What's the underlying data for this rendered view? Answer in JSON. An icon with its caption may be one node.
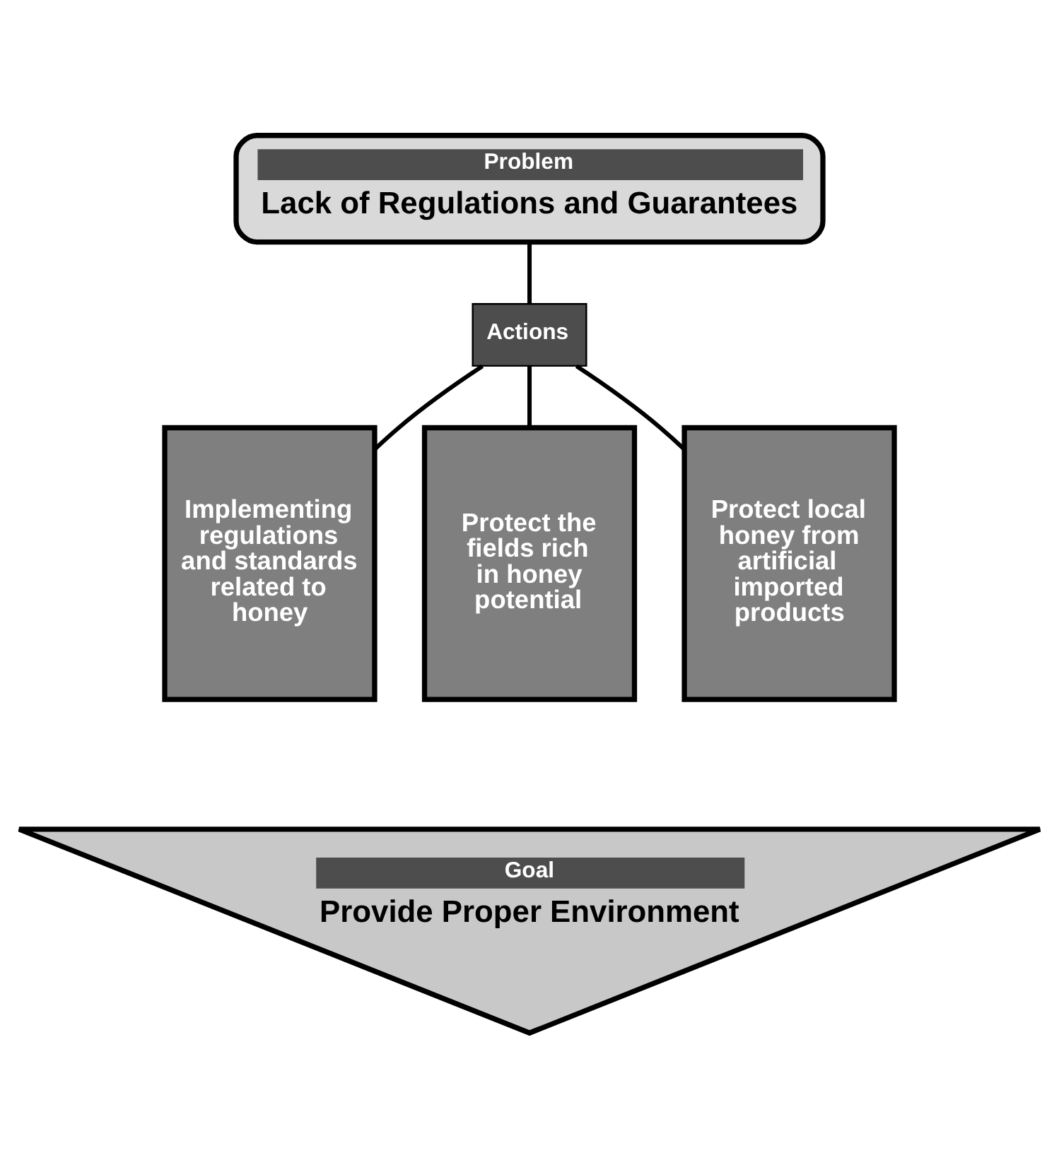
{
  "diagram": {
    "nodes": [
      {
        "text": [
          "Problem",
          "Lack of Regulations and Guarantees"
        ]
      },
      {
        "text": [
          "Actions"
        ]
      },
      {
        "text": [
          "Implementing regulations and standards related to honey"
        ]
      },
      {
        "text": [
          "Protect the fields rich in honey potential"
        ]
      },
      {
        "text": [
          "Protect local honey from artificial imported products"
        ]
      },
      {
        "text": [
          "Goal",
          "Provide Proper Environment"
        ]
      }
    ],
    "edges": [
      {
        "from": 0,
        "to": 1,
        "arrow": "none"
      },
      {
        "from": 1,
        "to": 2,
        "arrow": "none"
      },
      {
        "from": 1,
        "to": 3,
        "arrow": "none"
      },
      {
        "from": 1,
        "to": 4,
        "arrow": "none"
      }
    ]
  }
}
